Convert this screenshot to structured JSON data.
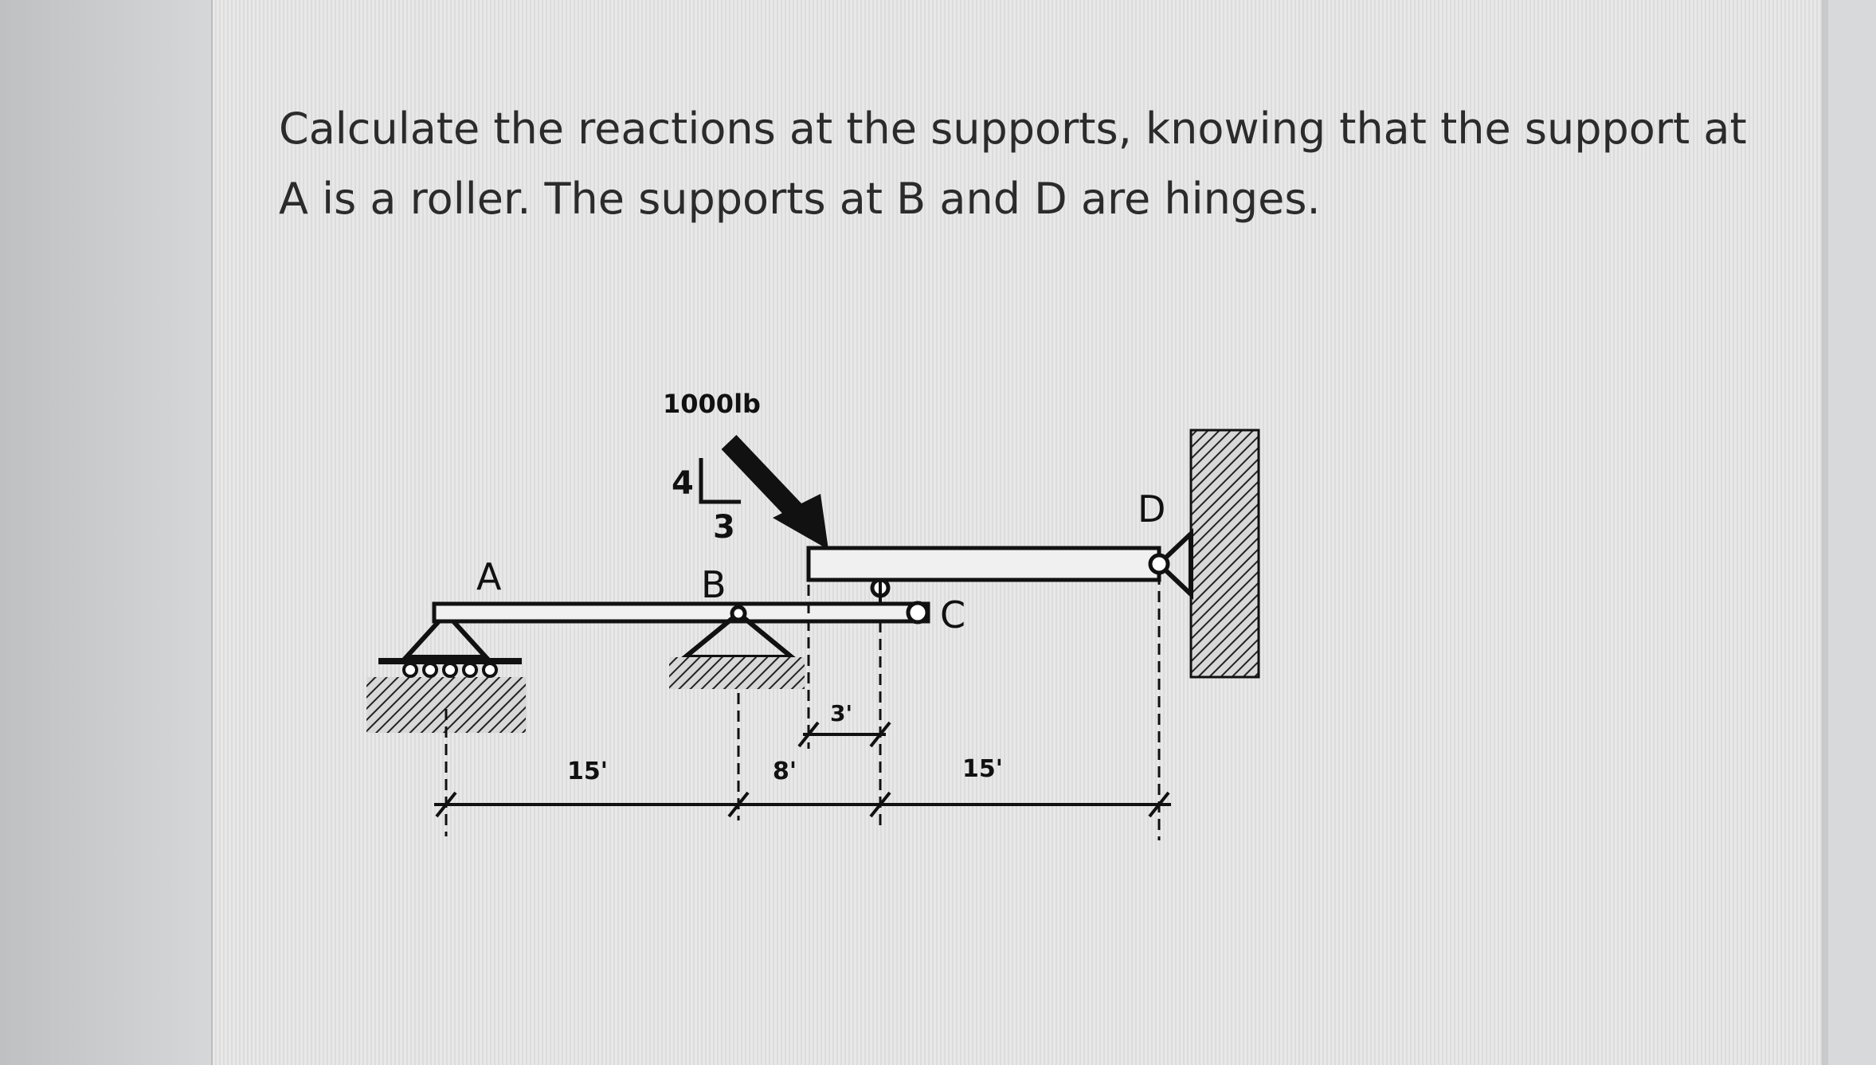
{
  "problem": {
    "text": "Calculate the reactions at the supports, knowing that the support at A is a roller. The supports at B and D are hinges."
  },
  "diagram": {
    "load": "1000lb",
    "slope": {
      "vertical": "4",
      "horizontal": "3"
    },
    "points": {
      "a": "A",
      "b": "B",
      "c": "C",
      "d": "D"
    },
    "dimensions": {
      "ab": "15'",
      "b_to_load": "8'",
      "load_to_c": "3'",
      "c_to_d": "15'"
    }
  }
}
